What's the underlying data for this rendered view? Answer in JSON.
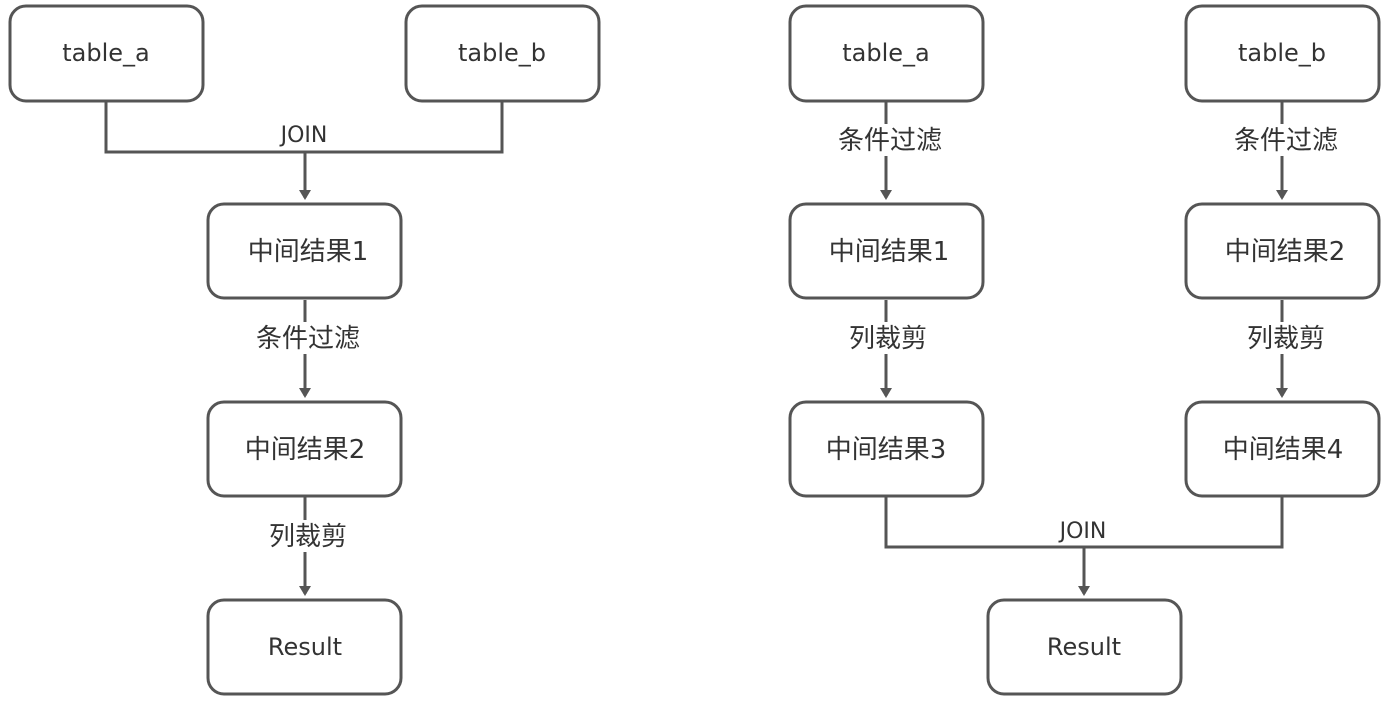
{
  "colors": {
    "stroke": "#555555",
    "text": "#333333",
    "background": "#ffffff"
  },
  "left": {
    "table_a": "table_a",
    "table_b": "table_b",
    "join": "JOIN",
    "mid1": "中间结果1",
    "filter": "条件过滤",
    "mid2": "中间结果2",
    "prune": "列裁剪",
    "result": "Result"
  },
  "right": {
    "table_a": "table_a",
    "table_b": "table_b",
    "filter_a": "条件过滤",
    "filter_b": "条件过滤",
    "mid1": "中间结果1",
    "mid2": "中间结果2",
    "prune_a": "列裁剪",
    "prune_b": "列裁剪",
    "mid3": "中间结果3",
    "mid4": "中间结果4",
    "join": "JOIN",
    "result": "Result"
  }
}
